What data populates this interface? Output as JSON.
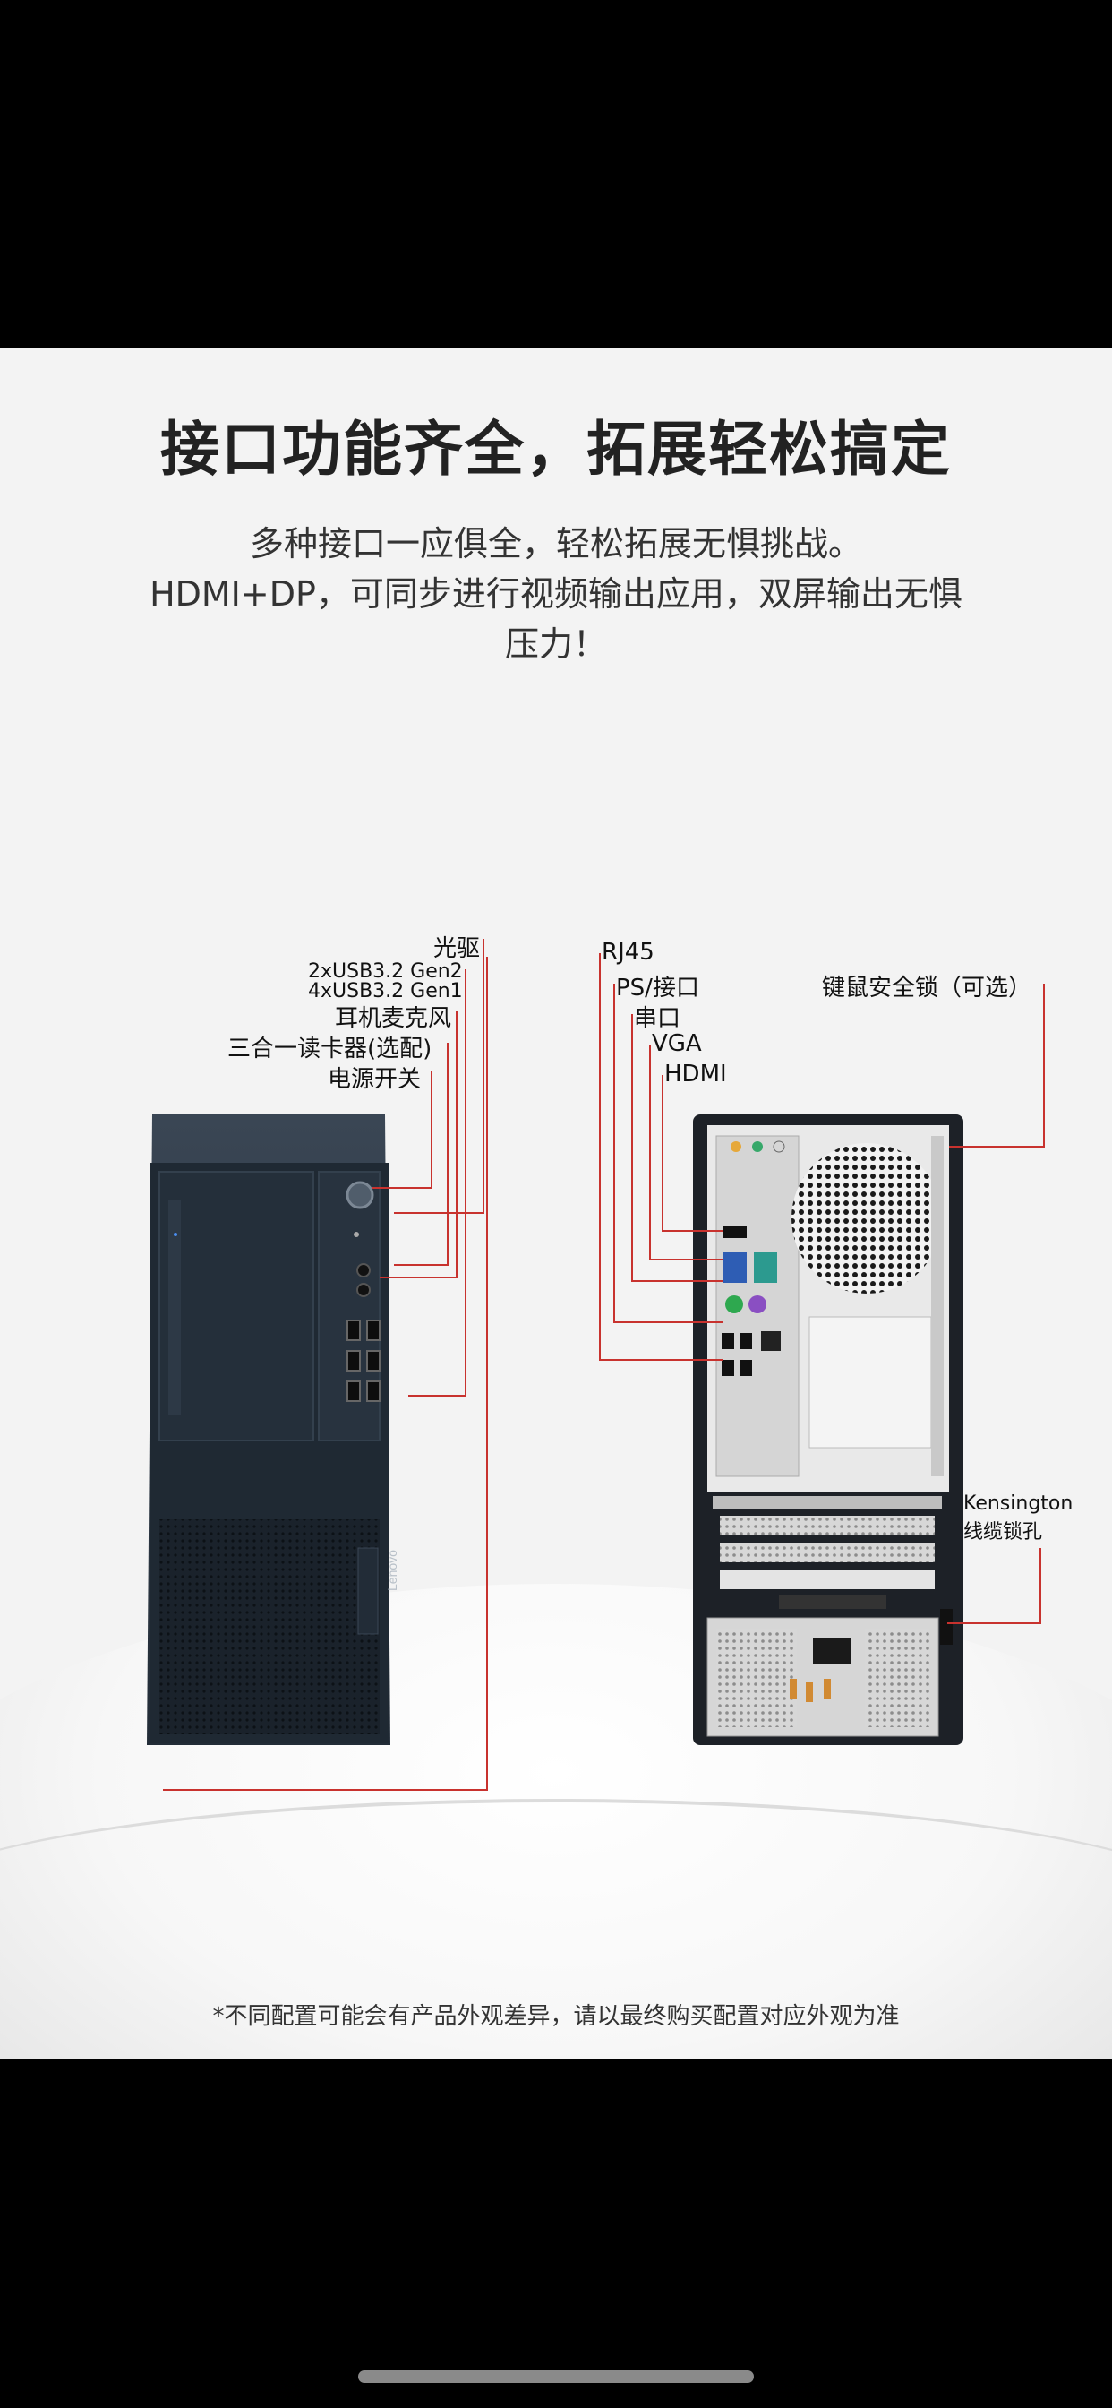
{
  "heading": "接口功能齐全，拓展轻松搞定",
  "subtitle_lines": [
    "多种接口一应俱全，轻松拓展无惧挑战。",
    "HDMI+DP，可同步进行视频输出应用，双屏输出无惧",
    "压力！"
  ],
  "front_labels": {
    "optical": "光驱",
    "usb_gen2": "2xUSB3.2 Gen2",
    "usb_gen1": "4xUSB3.2 Gen1",
    "audio": "耳机麦克风",
    "card_reader": "三合一读卡器(选配)",
    "power": "电源开关"
  },
  "rear_labels": {
    "rj45": "RJ45",
    "ps2": "PS/接口",
    "serial": "串口",
    "vga": "VGA",
    "hdmi": "HDMI",
    "lock": "键鼠安全锁（可选）",
    "kensington": "Kensington",
    "kensington_cn": "线缆锁孔"
  },
  "brand_logo": "Lenovo",
  "disclaimer": "*不同配置可能会有产品外观差异，请以最终购买配置对应外观为准",
  "colors": {
    "accent_line": "#c8322e",
    "tower": "#1f2a36",
    "background": "#f3f3f3"
  }
}
